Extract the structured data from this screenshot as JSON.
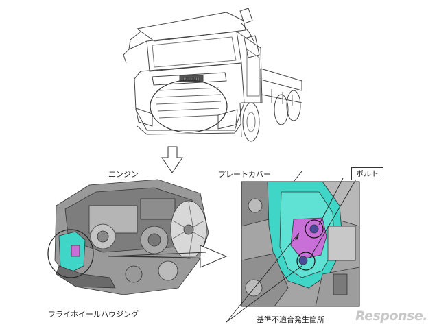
{
  "labels": {
    "engine": "エンジン",
    "plate_cover": "プレートカバー",
    "bolt": "ボルト",
    "flywheel_housing": "フライホイールハウジング",
    "nonconformity_location": "基準不適合発生箇所"
  },
  "truck": {
    "logo": "ISUZU"
  },
  "watermark": {
    "text": "Response."
  },
  "colors": {
    "cyan_part": "#3fd6c8",
    "magenta_part": "#c86fd8",
    "line": "#333333"
  }
}
